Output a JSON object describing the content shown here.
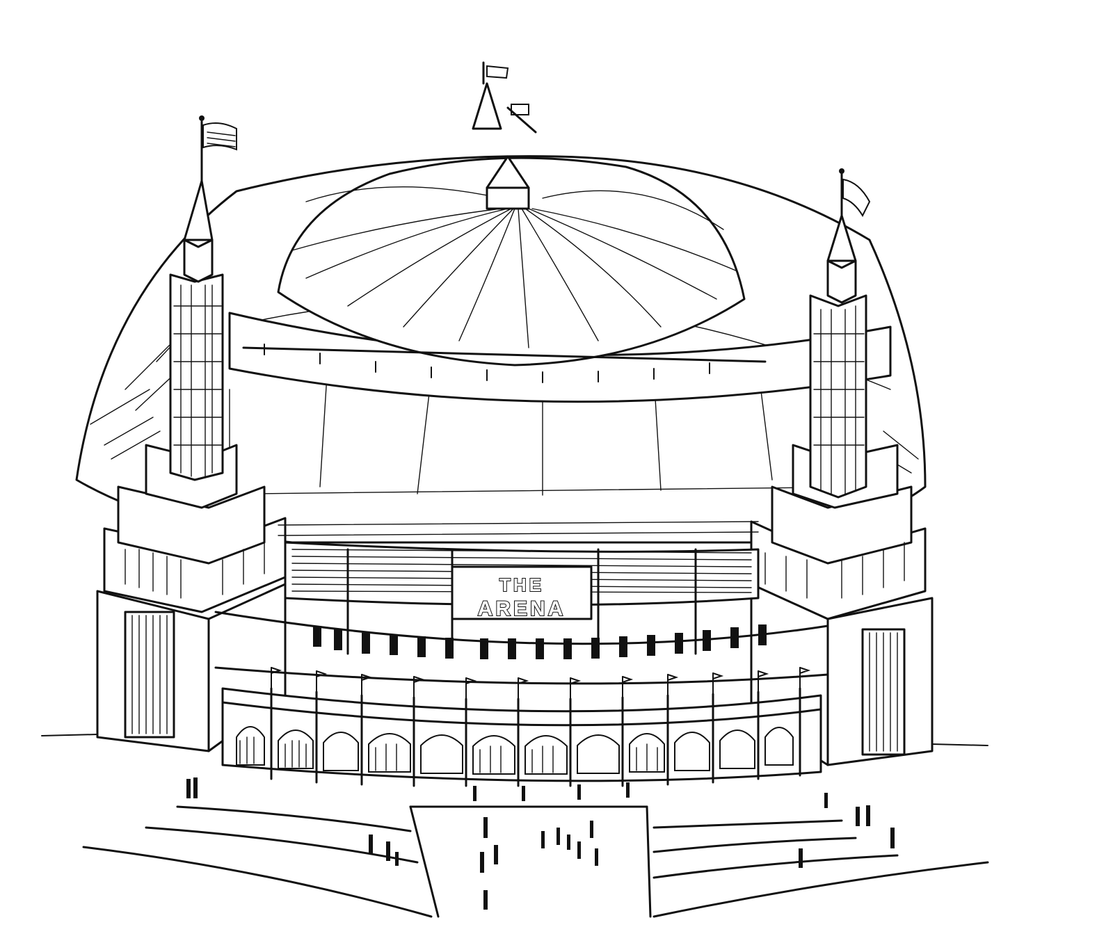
{
  "illustration": {
    "subject": "arena-building-sketch",
    "colors": {
      "ink": "#111111",
      "paper": "#ffffff"
    },
    "sign": {
      "line1": "THE",
      "line2": "ARENA"
    }
  }
}
